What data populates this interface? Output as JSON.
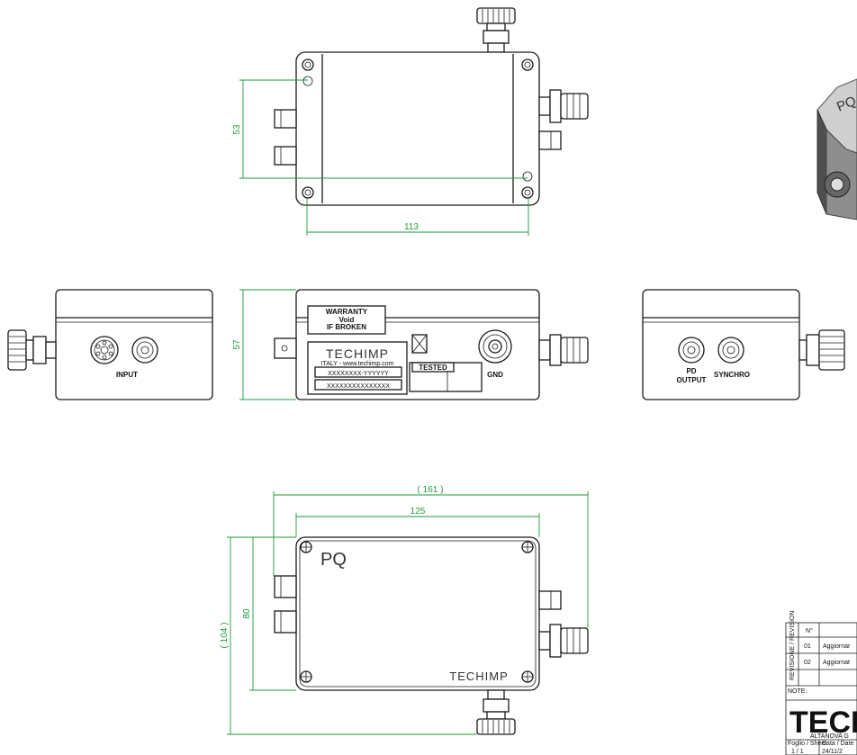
{
  "dimensions": {
    "top_width": "113",
    "top_height": "53",
    "front_height": "57",
    "bottom_overall": "( 161 )",
    "bottom_width": "125",
    "bottom_height": "80",
    "bottom_overall_height": "( 104 )"
  },
  "labels": {
    "input": "INPUT",
    "warranty_line1": "WARRANTY",
    "warranty_line2": "Void",
    "warranty_line3": "IF BROKEN",
    "brand": "TECHIMP",
    "brand_sub": "ITALY - www.techimp.com",
    "serial1": "XXXXXXXX-YYYYYY",
    "serial2": "XXXXXXXXXXXXXXX",
    "tested": "TESTED",
    "gnd": "GND",
    "pd_output_1": "PD",
    "pd_output_2": "OUTPUT",
    "synchro": "SYNCHRO",
    "model": "PQ",
    "iso_label": "PQ",
    "bottom_brand": "TECHIMP"
  },
  "title_block": {
    "revision_header": "N°",
    "side_label": "REVISIONE / REVISION",
    "rows": [
      {
        "n": "01",
        "desc": "Aggiornar"
      },
      {
        "n": "02",
        "desc": "Aggiornat"
      }
    ],
    "note": "NOTE:",
    "logo": "TECH",
    "logo_sub": "ALTANOVA G",
    "sheet_label": "Foglio / Sheet",
    "sheet_value": "1 / 1",
    "date_label": "Data / Date",
    "date_value": "24/11/2"
  }
}
